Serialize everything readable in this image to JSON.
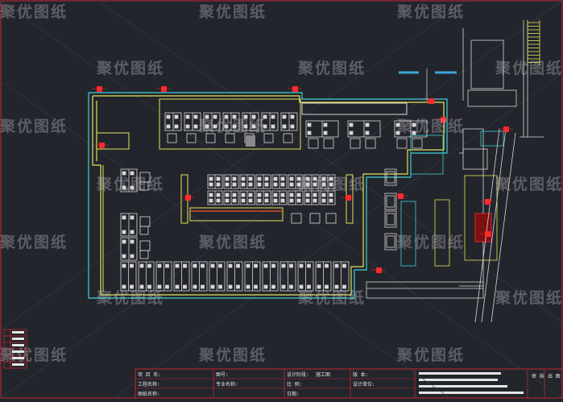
{
  "watermark": "聚优图纸",
  "colors": {
    "background": "#23252c",
    "frame": "#c0282e",
    "wall_yellow": "#e3e35a",
    "wall_cyan": "#3fd0d8",
    "furniture": "#d8d8d8",
    "marker_red": "#ff2a2a",
    "accent_blue": "#3aa6d6"
  },
  "title_block": {
    "col1": [
      "项 目 名:",
      "工程名称:",
      "图纸名称:"
    ],
    "col1_values": [
      "",
      "",
      ""
    ],
    "col2": [
      "图号:",
      "专业名称:",
      ""
    ],
    "col3": [
      "设计阶段:",
      "比 例:",
      "日期:"
    ],
    "col3_values": [
      "施工图",
      "",
      ""
    ],
    "col4": [
      "版 本:",
      "设计单位:",
      ""
    ],
    "col5": [
      "审 核",
      "出 图"
    ]
  },
  "legend_rows": 6
}
